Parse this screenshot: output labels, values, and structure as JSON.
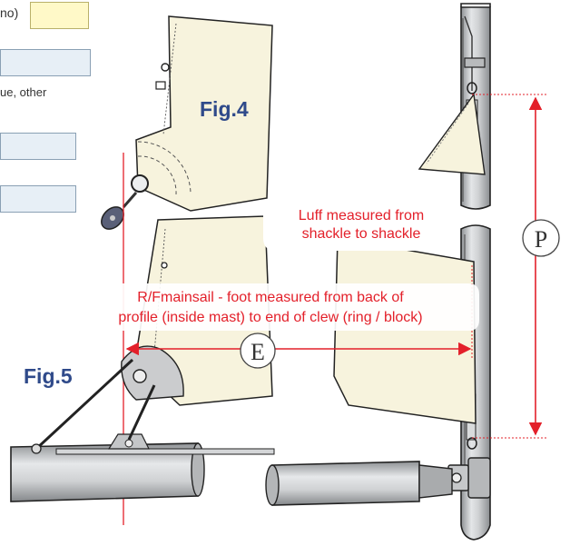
{
  "form": {
    "partial_label_1": "no)",
    "partial_label_2": "ue, other"
  },
  "figures": {
    "fig4_label": "Fig.4",
    "fig5_label": "Fig.5"
  },
  "annotations": {
    "luff_line1": "Luff measured from",
    "luff_line2": "shackle to shackle",
    "foot_line1": "R/Fmainsail - foot measured from back of",
    "foot_line2": "profile (inside mast) to end of clew (ring / block)",
    "p_label": "P",
    "e_label": "E"
  },
  "colors": {
    "sail": "#f7f3dd",
    "mast": "#c9cbcd",
    "measure_red": "#e3202a",
    "label_blue": "#2f4a8a",
    "field_yellow": "#fff9c8",
    "field_blue": "#e7eff6"
  }
}
